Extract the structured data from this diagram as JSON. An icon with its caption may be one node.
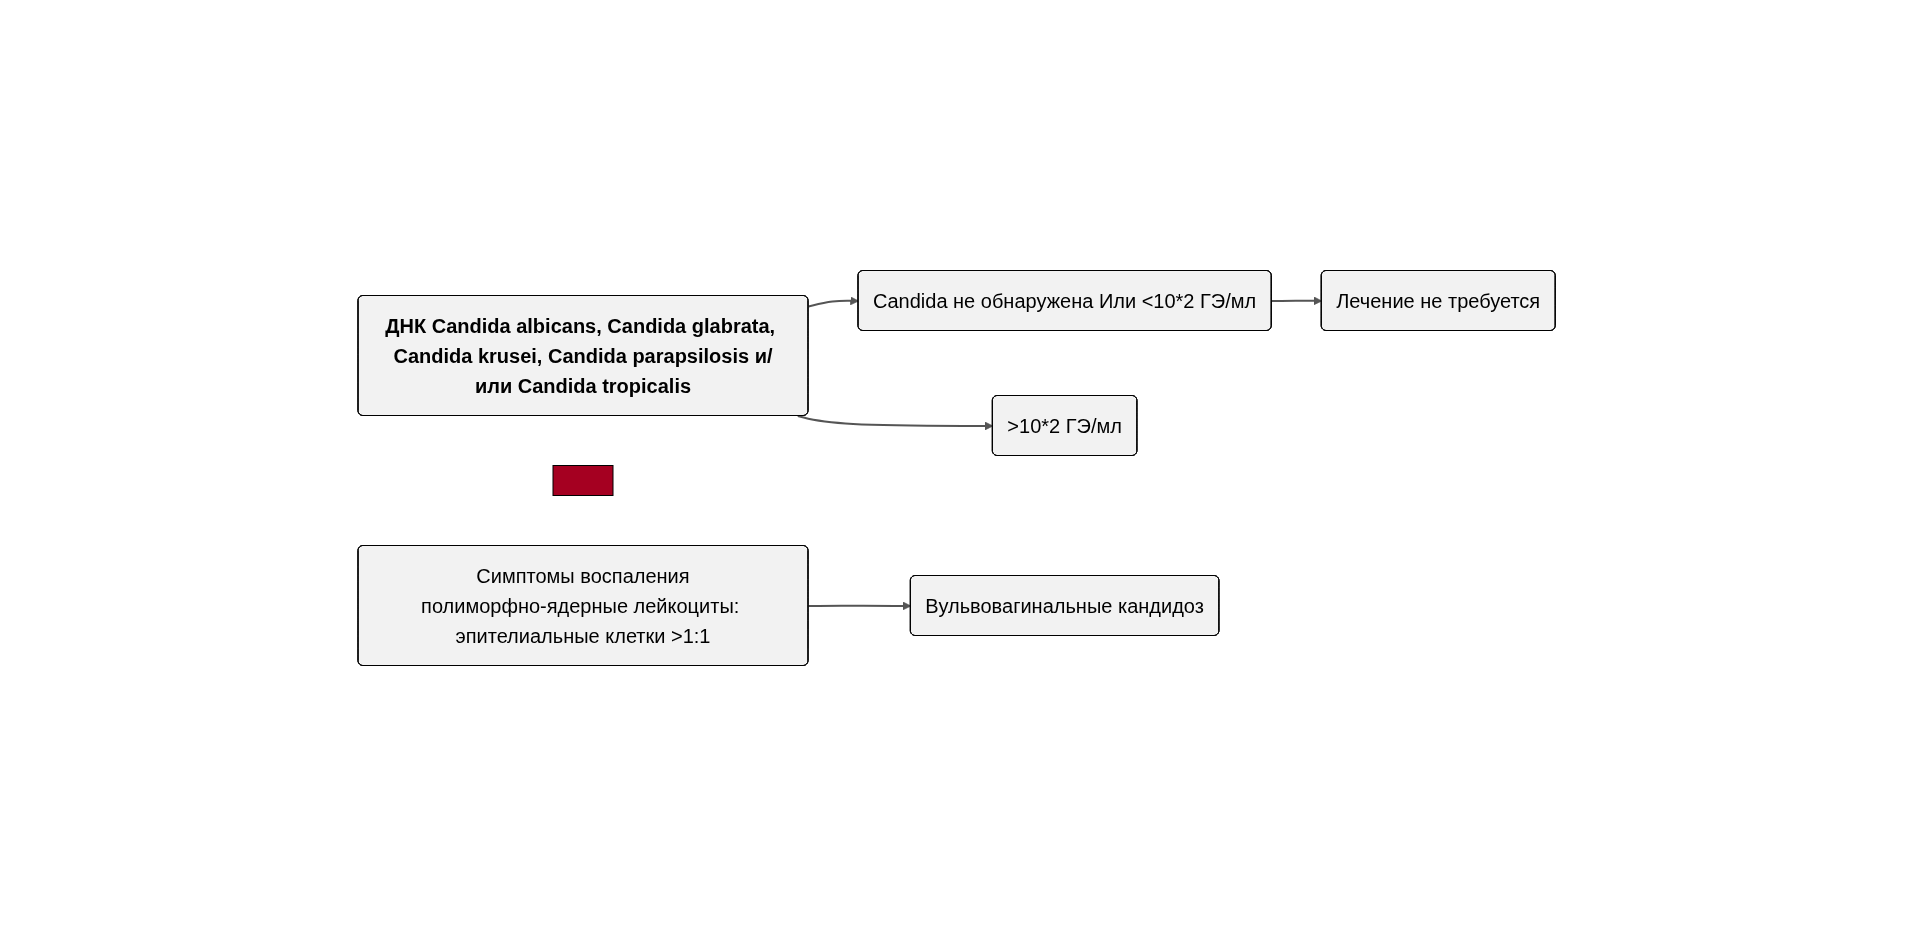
{
  "diagram": {
    "nodes": [
      {
        "text": [
          "ДНК Candida albicans, Candida glabrata, Candida krusei, Candida parapsilosis и/или Candida tropicalis"
        ]
      },
      {
        "text": [
          "Candida не обнаружена Или <10*2 ГЭ/мл"
        ]
      },
      {
        "text": [
          "Лечение не требуется"
        ]
      },
      {
        "text": [
          ">10*2 ГЭ/мл"
        ]
      },
      {
        "text": [],
        "shape": "cross"
      },
      {
        "text": [
          "Симптомы воспаления",
          "полиморфно-ядерные лейкоциты: эпителиальные клетки >1:1"
        ]
      },
      {
        "text": [
          "Вульвовагинальные кандидоз"
        ]
      }
    ],
    "edges": [
      {
        "from": 0,
        "to": 1,
        "arrow": "to"
      },
      {
        "from": 1,
        "to": 2,
        "arrow": "to"
      },
      {
        "from": 0,
        "to": 3,
        "arrow": "to"
      },
      {
        "from": 5,
        "to": 6,
        "arrow": "to"
      }
    ]
  }
}
